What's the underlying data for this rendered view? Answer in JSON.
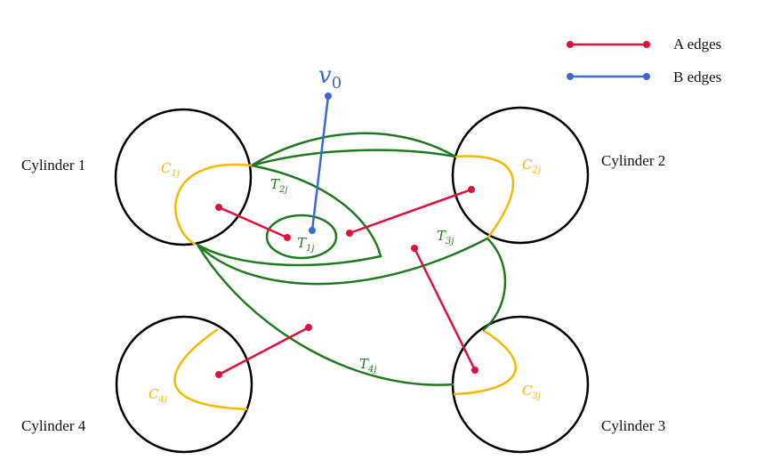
{
  "colors": {
    "cylinder": "#000000",
    "c_curve": "#f5b800",
    "t_curve": "#1f7a1f",
    "a_edge": "#e0103c",
    "b_edge": "#3a6ad4"
  },
  "legend": {
    "a_edges": "A edges",
    "b_edges": "B edges"
  },
  "cylinders": {
    "c1": "Cylinder 1",
    "c2": "Cylinder 2",
    "c3": "Cylinder 3",
    "c4": "Cylinder 4"
  },
  "vertex": {
    "main": "v",
    "sub": "0"
  },
  "c_labels": {
    "c1": {
      "main": "C",
      "sub": "1j"
    },
    "c2": {
      "main": "C",
      "sub": "2j"
    },
    "c3": {
      "main": "C",
      "sub": "3j"
    },
    "c4": {
      "main": "C",
      "sub": "4j"
    }
  },
  "t_labels": {
    "t1": {
      "main": "T",
      "sub": "1j"
    },
    "t2": {
      "main": "T",
      "sub": "2j"
    },
    "t3": {
      "main": "T",
      "sub": "3j"
    },
    "t4": {
      "main": "T",
      "sub": "4j"
    }
  }
}
